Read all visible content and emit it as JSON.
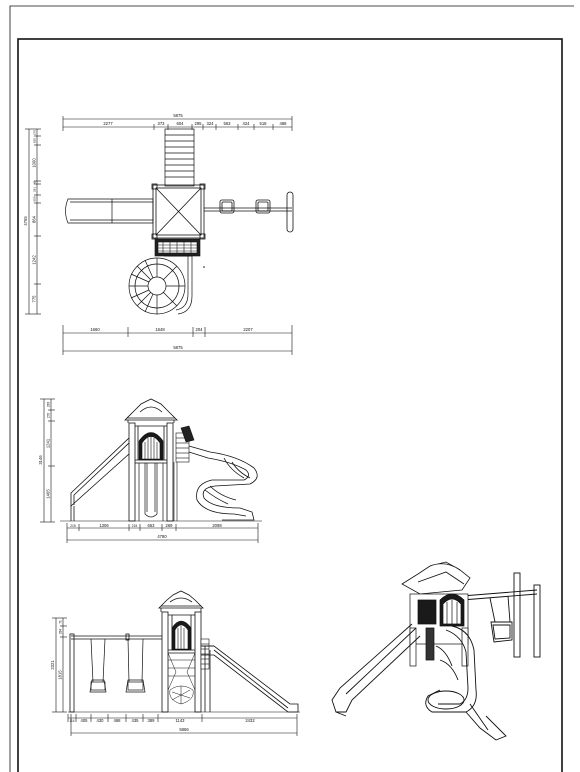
{
  "plan_view": {
    "top_dims": [
      "2277",
      "373",
      "604",
      "295",
      "324",
      "563",
      "424",
      "518",
      "488"
    ],
    "top_total": "5875",
    "left_dims": [
      "270",
      "820",
      "1000",
      "43",
      "281",
      "550",
      "864",
      "1242",
      "775"
    ],
    "left_total": "4765",
    "bottom_dims": [
      "1660",
      "1648",
      "204",
      "2207"
    ],
    "bottom_total": "5875"
  },
  "front_elevation": {
    "left_dims": [
      "283",
      "270",
      "1241",
      "1465"
    ],
    "left_total": "3146",
    "bottom_dims": [
      "215",
      "1306",
      "215",
      "653",
      "269",
      "2098"
    ],
    "bottom_total": "4780"
  },
  "side_elevation": {
    "left_dims": [
      "71",
      "284",
      "1815"
    ],
    "left_total": "2321",
    "bottom_dims": [
      "114",
      "405",
      "430",
      "468",
      "435",
      "389",
      "1143",
      "2432"
    ],
    "bottom_total": "5866"
  }
}
